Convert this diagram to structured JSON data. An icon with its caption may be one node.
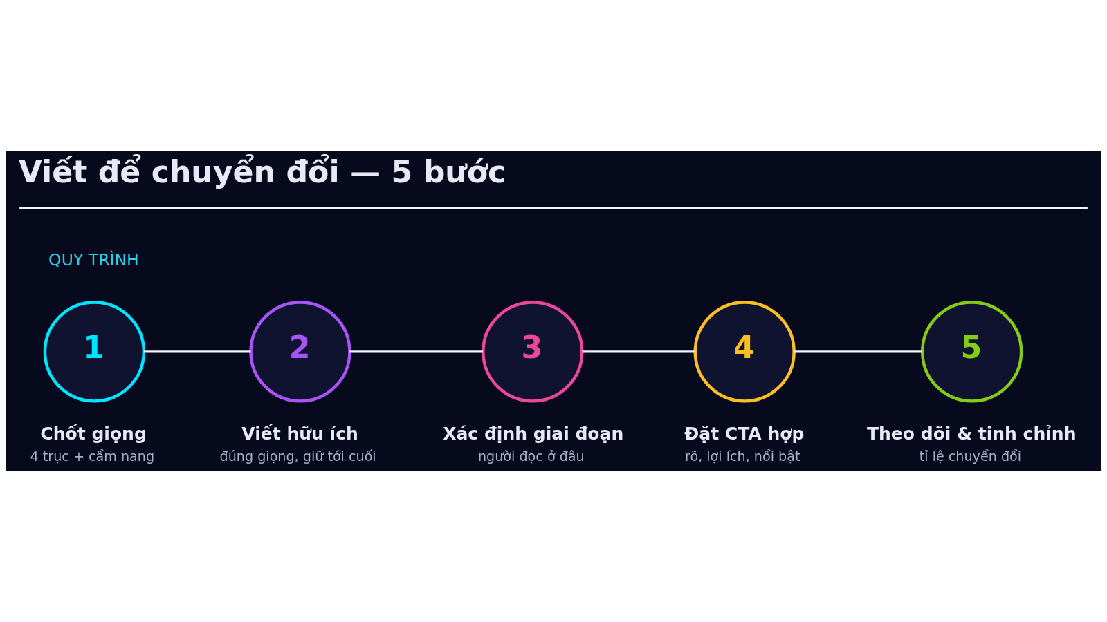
{
  "diagram": {
    "title": "Viết để chuyển đổi — 5 bước",
    "nodes": [
      {
        "text": [
          "1"
        ],
        "beside": [
          "Chốt giọng",
          "4 trục + cẩm nang"
        ]
      },
      {
        "text": [
          "2"
        ],
        "beside": [
          "Viết hữu ích",
          "đúng giọng, giữ tới cuối"
        ]
      },
      {
        "text": [
          "3"
        ],
        "beside": [
          "Xác định giai đoạn",
          "người đọc ở đâu"
        ]
      },
      {
        "text": [
          "4"
        ],
        "beside": [
          "Đặt CTA hợp",
          "rõ, lợi ích, nổi bật"
        ]
      },
      {
        "text": [
          "5"
        ],
        "beside": [
          "Theo dõi & tinh chỉnh",
          "tỉ lệ chuyển đổi"
        ]
      }
    ],
    "edges": [
      {
        "from": 0,
        "to": 1,
        "arrow": "none"
      },
      {
        "from": 1,
        "to": 2,
        "arrow": "none"
      },
      {
        "from": 2,
        "to": 3,
        "arrow": "none"
      },
      {
        "from": 3,
        "to": 4,
        "arrow": "none"
      }
    ],
    "labels": [
      "QUY TRÌNH"
    ]
  }
}
